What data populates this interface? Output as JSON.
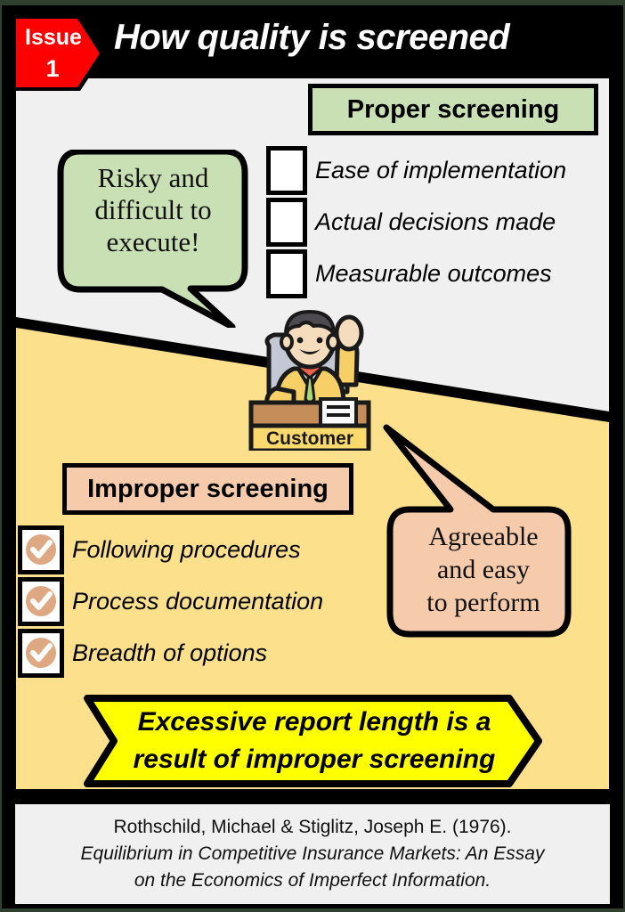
{
  "header": {
    "badge_label": "Issue",
    "badge_number": "1",
    "title": "How quality is screened",
    "badge_color": "#ff0000",
    "bar_color": "#000000"
  },
  "colors": {
    "green": "#c9e0b4",
    "peach": "#f6cbab",
    "yellow_bg": "#fde08c",
    "gray_bg": "#f0f0f0",
    "banner_yellow": "#ffff00",
    "check_circle": "#dda882"
  },
  "proper": {
    "heading": "Proper screening",
    "items": [
      {
        "label": "Ease of implementation",
        "checked": false
      },
      {
        "label": "Actual decisions made",
        "checked": false
      },
      {
        "label": "Measurable outcomes",
        "checked": false
      }
    ]
  },
  "improper": {
    "heading": "Improper screening",
    "items": [
      {
        "label": "Following procedures",
        "checked": true
      },
      {
        "label": "Process documentation",
        "checked": true
      },
      {
        "label": "Breadth of options",
        "checked": true
      }
    ]
  },
  "bubbles": {
    "green": {
      "line1": "Risky and",
      "line2": "difficult to",
      "line3": "execute!"
    },
    "peach": {
      "line1": "Agreeable",
      "line2": "and easy",
      "line3": "to perform"
    }
  },
  "character": {
    "desk_label": "Customer"
  },
  "banner": {
    "line1": "Excessive report length is a",
    "line2": "result of improper screening"
  },
  "citation": {
    "line1": "Rothschild, Michael & Stiglitz, Joseph E. (1976).",
    "line2": "Equilibrium in Competitive Insurance Markets: An Essay",
    "line3": "on the Economics of Imperfect Information."
  }
}
